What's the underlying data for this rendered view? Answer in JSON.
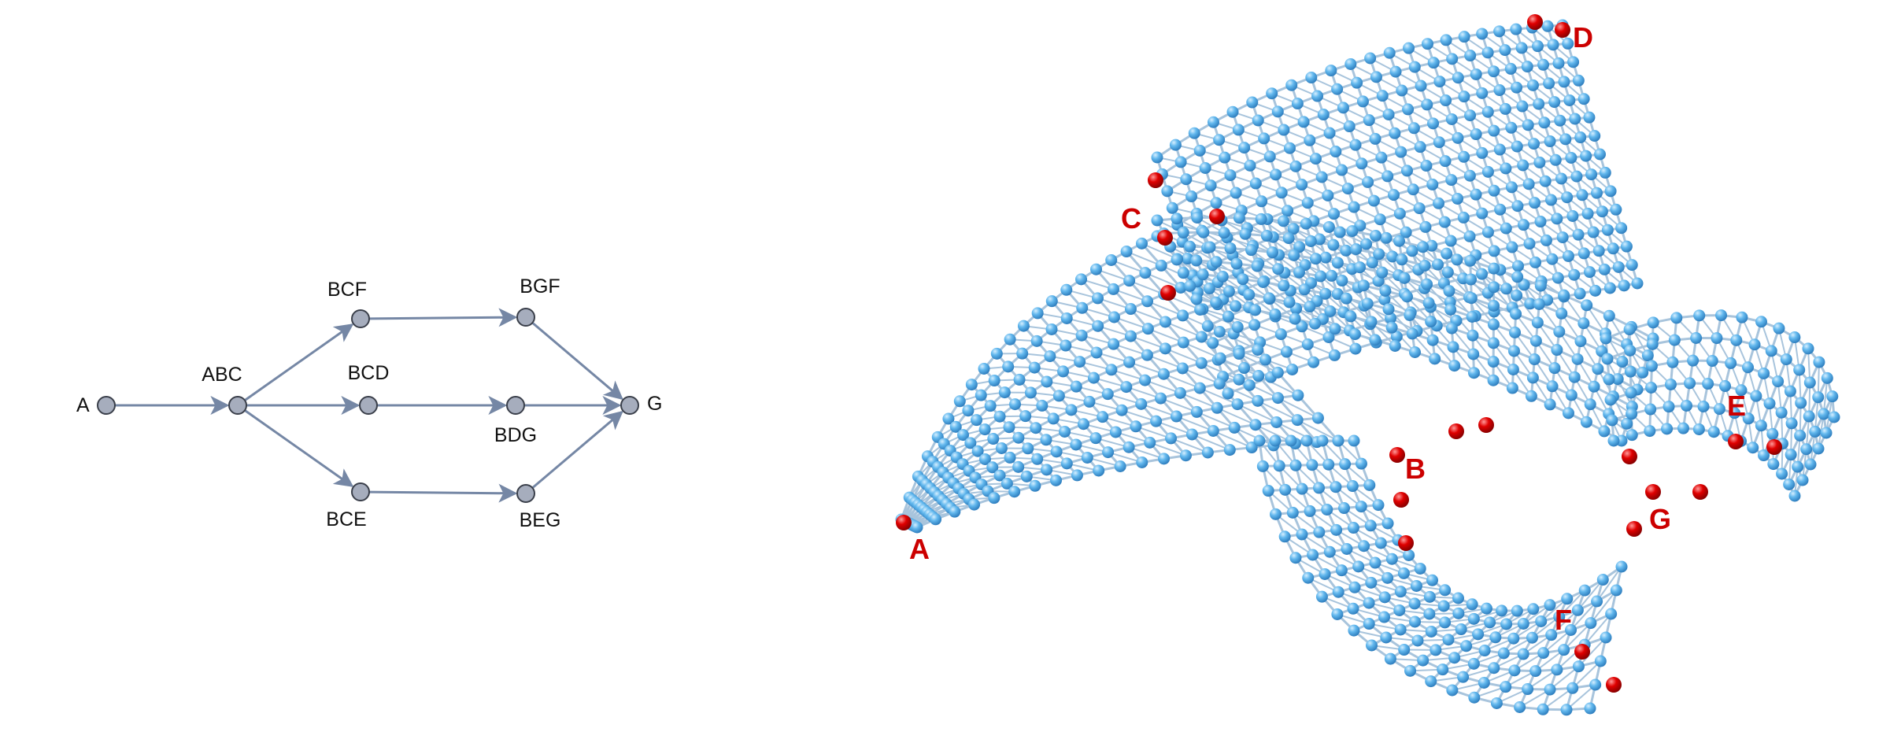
{
  "left_graph": {
    "nodes": [
      {
        "id": "A",
        "label": "A"
      },
      {
        "id": "ABC",
        "label": "ABC"
      },
      {
        "id": "BCF",
        "label": "BCF"
      },
      {
        "id": "BCD",
        "label": "BCD"
      },
      {
        "id": "BCE",
        "label": "BCE"
      },
      {
        "id": "BGF",
        "label": "BGF"
      },
      {
        "id": "BDG",
        "label": "BDG"
      },
      {
        "id": "BEG",
        "label": "BEG"
      },
      {
        "id": "G",
        "label": "G"
      }
    ],
    "edges": [
      [
        "A",
        "ABC"
      ],
      [
        "ABC",
        "BCF"
      ],
      [
        "ABC",
        "BCD"
      ],
      [
        "ABC",
        "BCE"
      ],
      [
        "BCF",
        "BGF"
      ],
      [
        "BCD",
        "BDG"
      ],
      [
        "BCE",
        "BEG"
      ],
      [
        "BGF",
        "G"
      ],
      [
        "BDG",
        "G"
      ],
      [
        "BEG",
        "G"
      ]
    ],
    "colors": {
      "node_fill": "#a6adbd",
      "node_stroke": "#3a3f4a",
      "edge": "#7587a5"
    }
  },
  "right_graph": {
    "labels": [
      "A",
      "B",
      "C",
      "D",
      "E",
      "F",
      "G"
    ],
    "colors": {
      "node": "#5bb2ea",
      "highlight": "#d40000",
      "edge": "#a8c4dc"
    }
  }
}
